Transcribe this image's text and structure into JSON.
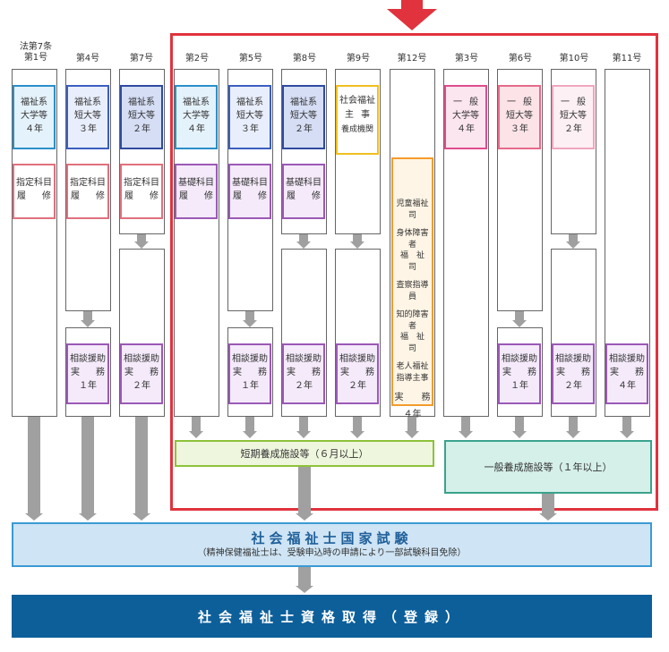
{
  "columns": [
    {
      "id": "c1",
      "head": [
        "法第7条",
        "第1号"
      ]
    },
    {
      "id": "c4",
      "head": [
        "第4号"
      ]
    },
    {
      "id": "c7",
      "head": [
        "第7号"
      ]
    },
    {
      "id": "c2",
      "head": [
        "第2号"
      ]
    },
    {
      "id": "c5",
      "head": [
        "第5号"
      ]
    },
    {
      "id": "c8",
      "head": [
        "第8号"
      ]
    },
    {
      "id": "c9",
      "head": [
        "第9号"
      ]
    },
    {
      "id": "c12",
      "head": [
        "第12号"
      ]
    },
    {
      "id": "c3",
      "head": [
        "第3号"
      ]
    },
    {
      "id": "c6",
      "head": [
        "第6号"
      ]
    },
    {
      "id": "c10",
      "head": [
        "第10号"
      ]
    },
    {
      "id": "c11",
      "head": [
        "第11号"
      ]
    }
  ],
  "school": {
    "c1": [
      "福祉系",
      "大学等",
      "４年"
    ],
    "c4": [
      "福祉系",
      "短大等",
      "３年"
    ],
    "c7": [
      "福祉系",
      "短大等",
      "２年"
    ],
    "c2": [
      "福祉系",
      "大学等",
      "４年"
    ],
    "c5": [
      "福祉系",
      "短大等",
      "３年"
    ],
    "c8": [
      "福祉系",
      "短大等",
      "２年"
    ],
    "c9": [
      "社会福祉",
      "主",
      "事",
      "養成機関"
    ],
    "c3": [
      "一",
      "般",
      "大学等",
      "４年"
    ],
    "c6": [
      "一",
      "般",
      "短大等",
      "３年"
    ],
    "c10": [
      "一",
      "般",
      "短大等",
      "２年"
    ]
  },
  "subjects": {
    "designated": [
      "指定科目",
      "履",
      "修"
    ],
    "basic": [
      "基礎科目",
      "履",
      "修"
    ]
  },
  "public_official": [
    "児童福祉司",
    "身体障害者",
    "福　祉　司",
    "査察指導員",
    "知的障害者",
    "福　祉　司",
    "老人福祉",
    "指導主事",
    "実　　務",
    "４年"
  ],
  "practice": {
    "label": [
      "相談援助",
      "実",
      "務"
    ],
    "c4": "１年",
    "c7": "２年",
    "c5": "１年",
    "c8": "２年",
    "c9": "２年",
    "c6": "１年",
    "c10": "２年",
    "c11": "４年"
  },
  "short_training": "短期養成施設等（６月以上）",
  "general_training": "一般養成施設等（１年以上）",
  "exam": {
    "title": "社会福祉士国家試験",
    "note": "（精神保健福祉士は、受験申込時の申請により一部試験科目免除）"
  },
  "registration": "社会福祉士資格取得（登録）",
  "colors": {
    "frame_red": "#e0333e",
    "exam_bg": "#cfe4f4",
    "exam_border": "#3b9ad4",
    "registration_bg": "#0d5f9a",
    "short_bg": "#eef6dd",
    "short_border": "#8dc23a",
    "general_bg": "#d5efe9",
    "general_border": "#3aa38d",
    "arrow_gray": "#999999"
  }
}
